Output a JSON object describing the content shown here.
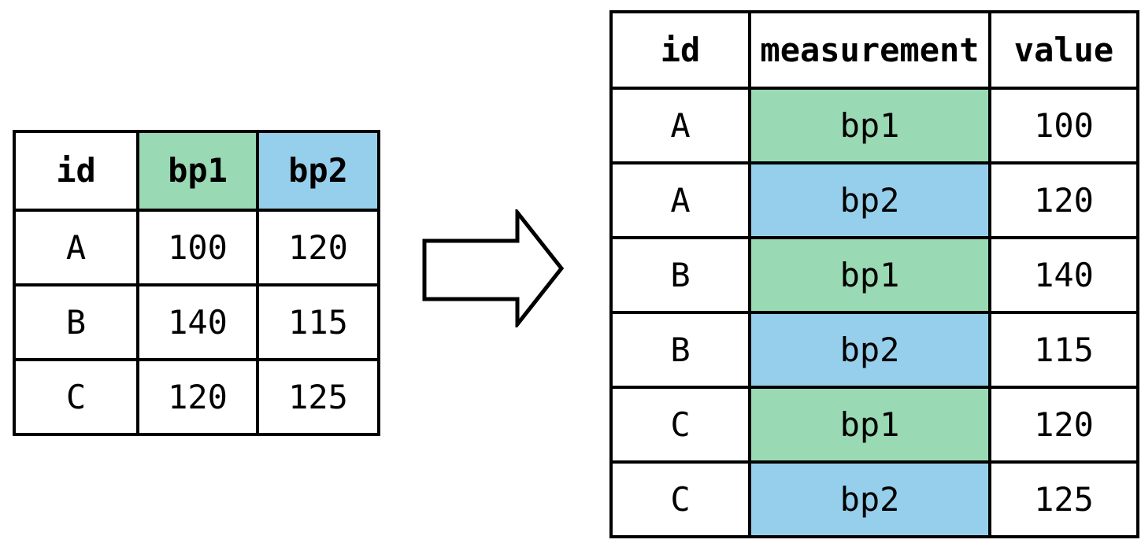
{
  "colors": {
    "green": "#99d9b4",
    "blue": "#96cfec",
    "border": "#000000",
    "background": "#ffffff"
  },
  "wide_table": {
    "headers": [
      "id",
      "bp1",
      "bp2"
    ],
    "rows": [
      [
        "A",
        "100",
        "120"
      ],
      [
        "B",
        "140",
        "115"
      ],
      [
        "C",
        "120",
        "125"
      ]
    ]
  },
  "long_table": {
    "headers": [
      "id",
      "measurement",
      "value"
    ],
    "rows": [
      [
        "A",
        "bp1",
        "100"
      ],
      [
        "A",
        "bp2",
        "120"
      ],
      [
        "B",
        "bp1",
        "140"
      ],
      [
        "B",
        "bp2",
        "115"
      ],
      [
        "C",
        "bp1",
        "120"
      ],
      [
        "C",
        "bp2",
        "125"
      ]
    ]
  }
}
